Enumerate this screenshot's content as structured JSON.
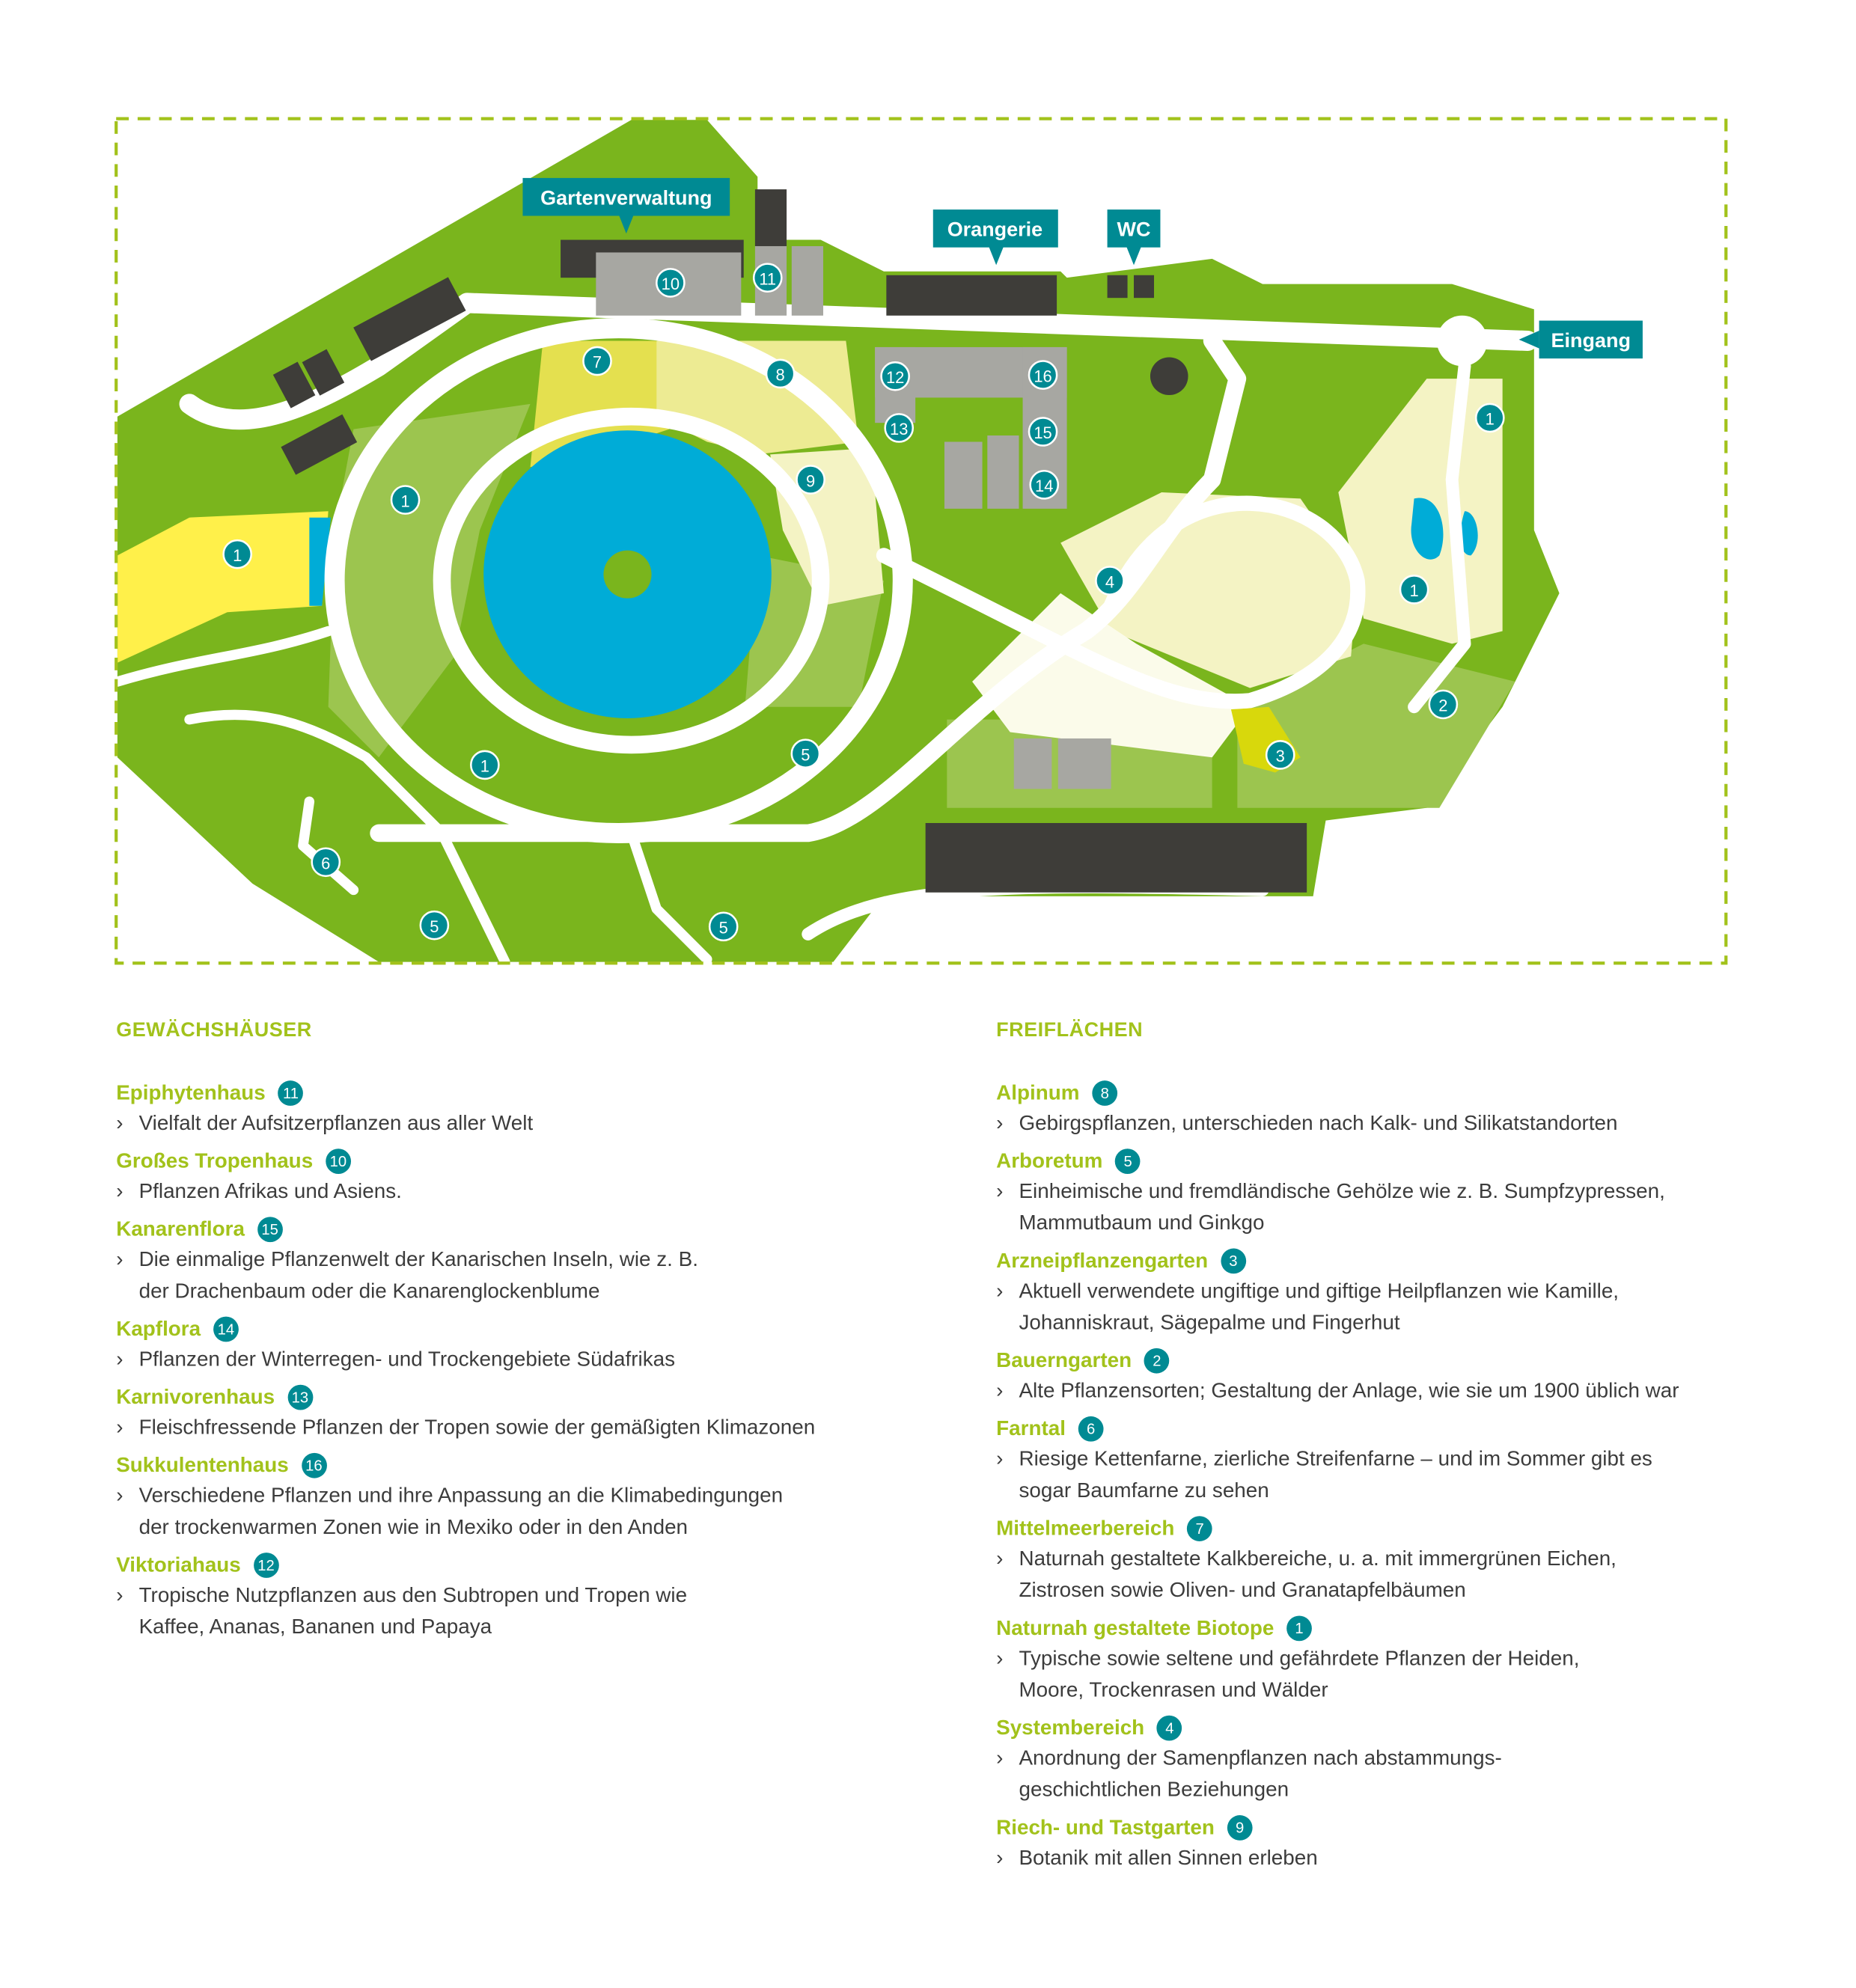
{
  "map": {
    "labels": {
      "gartenverwaltung": "Gartenverwaltung",
      "orangerie": "Orangerie",
      "wc": "WC",
      "eingang": "Eingang"
    },
    "markers": [
      "7",
      "8",
      "10",
      "11",
      "12",
      "16",
      "13",
      "15",
      "14",
      "9",
      "1",
      "1",
      "4",
      "1",
      "1",
      "2",
      "3",
      "5",
      "1",
      "6",
      "5",
      "5"
    ],
    "colors": {
      "teal": "#008a93",
      "green": "#7ab51d",
      "lightgreen": "#9cc54f",
      "water": "#00acd7",
      "building": "#3e3d39",
      "greenhouse": "#a7a7a2"
    }
  },
  "gewaechshaeuser": {
    "title": "GEWÄCHSHÄUSER",
    "entries": [
      {
        "name": "Epiphytenhaus",
        "num": "11",
        "lines": [
          "Vielfalt der Aufsitzerpflanzen aus aller Welt"
        ]
      },
      {
        "name": "Großes Tropenhaus",
        "num": "10",
        "lines": [
          "Pflanzen Afrikas und Asiens."
        ]
      },
      {
        "name": "Kanarenflora",
        "num": "15",
        "lines": [
          "Die einmalige Pflanzenwelt der Kanarischen Inseln, wie z. B.",
          "der Drachenbaum oder die Kanarenglockenblume"
        ]
      },
      {
        "name": "Kapflora",
        "num": "14",
        "lines": [
          "Pflanzen der Winterregen- und Trockengebiete Südafrikas"
        ]
      },
      {
        "name": "Karnivorenhaus",
        "num": "13",
        "lines": [
          "Fleischfressende Pflanzen der Tropen sowie der gemäßigten Klimazonen"
        ]
      },
      {
        "name": "Sukkulentenhaus",
        "num": "16",
        "lines": [
          "Verschiedene Pflanzen und ihre Anpassung an die Klimabedingungen",
          "der trockenwarmen Zonen wie in Mexiko oder in den Anden"
        ]
      },
      {
        "name": "Viktoriahaus",
        "num": "12",
        "lines": [
          "Tropische Nutzpflanzen aus den Subtropen und Tropen wie",
          "Kaffee, Ananas, Bananen und Papaya"
        ]
      }
    ]
  },
  "freiflaechen": {
    "title": "FREIFLÄCHEN",
    "entries": [
      {
        "name": "Alpinum",
        "num": "8",
        "lines": [
          "Gebirgspflanzen, unterschieden nach Kalk- und Silikatstandorten"
        ]
      },
      {
        "name": "Arboretum",
        "num": "5",
        "lines": [
          "Einheimische und fremdländische Gehölze wie z. B. Sumpfzypressen,",
          "Mammutbaum und Ginkgo"
        ]
      },
      {
        "name": "Arzneipflanzengarten",
        "num": "3",
        "lines": [
          "Aktuell verwendete ungiftige und giftige Heilpflanzen wie Kamille,",
          "Johanniskraut, Sägepalme und Fingerhut"
        ]
      },
      {
        "name": "Bauerngarten",
        "num": "2",
        "lines": [
          "Alte Pflanzensorten; Gestaltung der Anlage, wie sie um 1900 üblich war"
        ]
      },
      {
        "name": "Farntal",
        "num": "6",
        "lines": [
          "Riesige Kettenfarne, zierliche Streifenfarne – und im Sommer gibt es",
          "sogar Baumfarne zu sehen"
        ]
      },
      {
        "name": "Mittelmeerbereich",
        "num": "7",
        "lines": [
          "Naturnah gestaltete Kalkbereiche, u. a. mit immergrünen Eichen,",
          "Zistrosen sowie Oliven- und Granatapfelbäumen"
        ]
      },
      {
        "name": "Naturnah gestaltete Biotope",
        "num": "1",
        "lines": [
          "Typische sowie seltene und gefährdete Pflanzen der Heiden,",
          "Moore, Trockenrasen und Wälder"
        ]
      },
      {
        "name": "Systembereich",
        "num": "4",
        "lines": [
          "Anordnung der Samenpflanzen nach abstammungs-",
          "geschichtlichen Beziehungen"
        ]
      },
      {
        "name": "Riech- und Tastgarten",
        "num": "9",
        "lines": [
          "Botanik mit allen Sinnen erleben"
        ]
      }
    ]
  }
}
